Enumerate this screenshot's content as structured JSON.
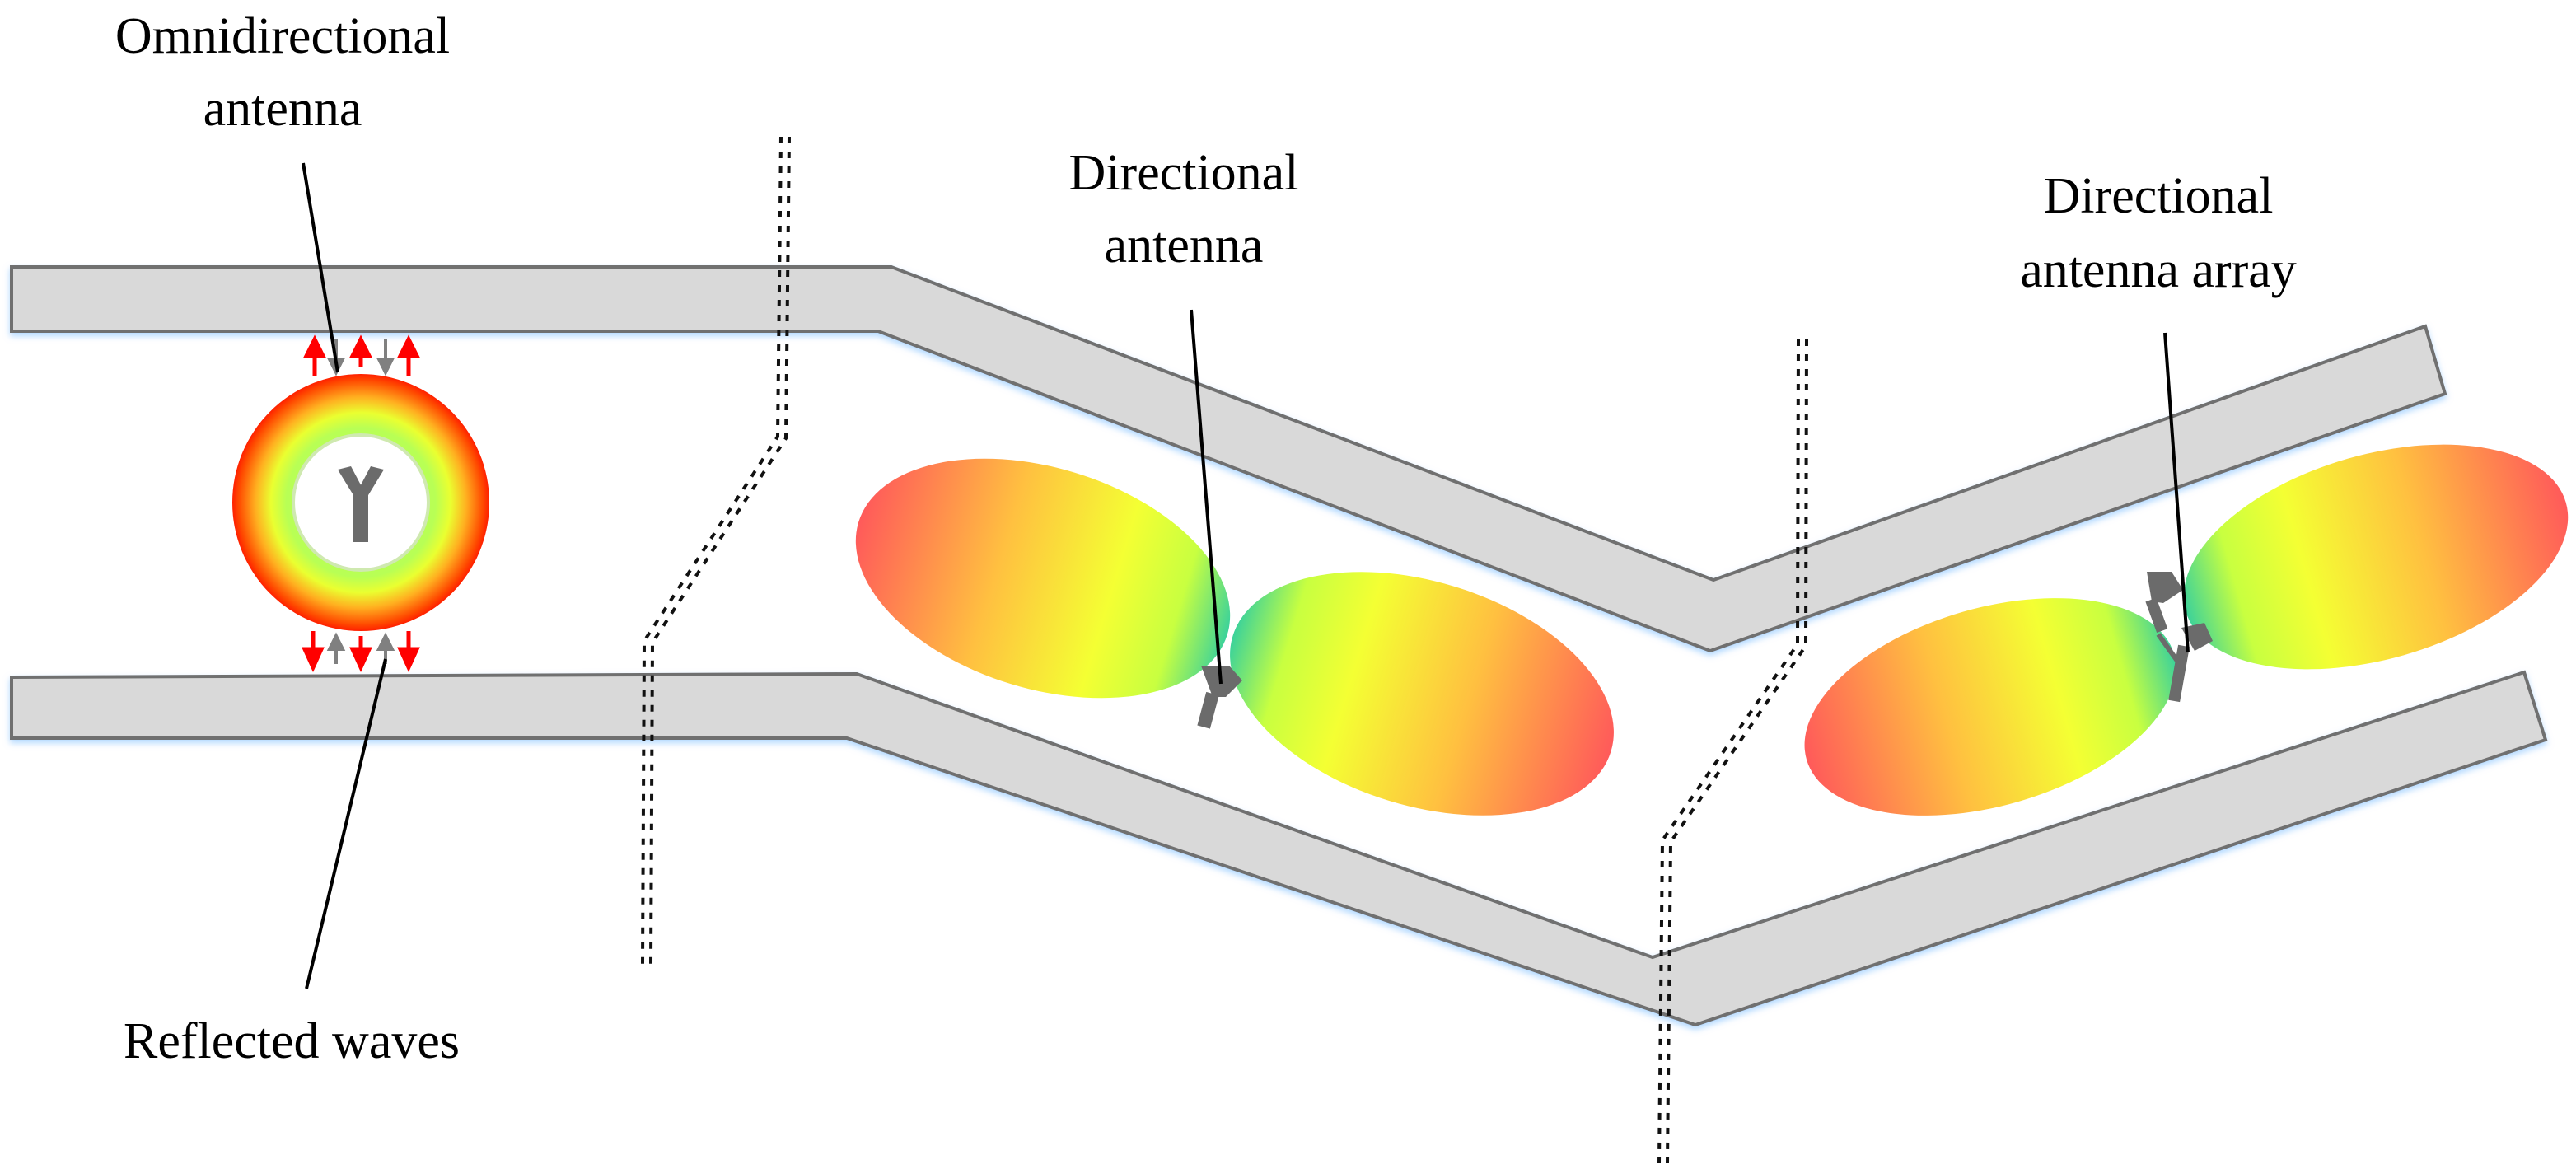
{
  "labels": {
    "omni_line1": "Omnidirectional",
    "omni_line2": "antenna",
    "reflected": "Reflected waves",
    "dir_line1": "Directional",
    "dir_line2": "antenna",
    "array_line1": "Directional",
    "array_line2": "antenna array"
  },
  "colors": {
    "wall_fill": "#d9d9d9",
    "wall_stroke": "#707070",
    "lobe_far": "#ff5a5a",
    "lobe_mid": "#ffd040",
    "lobe_near": "#f4ff33",
    "lobe_root": "#3cd29a",
    "arrow_red": "#ff0000",
    "arrow_gray": "#808080",
    "antenna_gray": "#6b6b6b"
  }
}
